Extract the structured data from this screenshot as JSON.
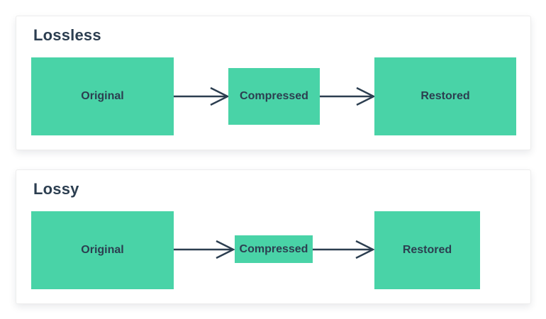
{
  "colors": {
    "node_fill": "#49d3a7",
    "label_text": "#2c3e50",
    "arrow": "#2c3e50",
    "panel_background": "#ffffff",
    "panel_border": "#ededed",
    "page_background": "#ffffff"
  },
  "panels": [
    {
      "title": "Lossless",
      "nodes": [
        {
          "label": "Original"
        },
        {
          "label": "Compressed"
        },
        {
          "label": "Restored"
        }
      ]
    },
    {
      "title": "Lossy",
      "nodes": [
        {
          "label": "Original"
        },
        {
          "label": "Compressed"
        },
        {
          "label": "Restored"
        }
      ]
    }
  ]
}
